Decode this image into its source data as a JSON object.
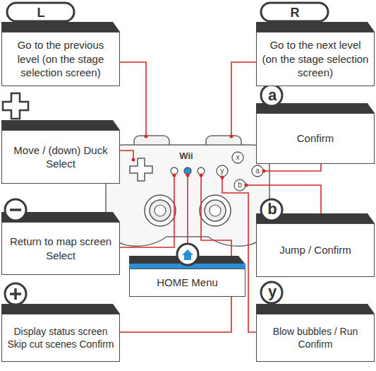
{
  "diagram": {
    "nodes": [
      {
        "text": [
          "L",
          "Go to the previous level (on the stage selection screen)"
        ]
      },
      {
        "text": [
          "R",
          "Go to the next level (on the stage selection screen)"
        ]
      },
      {
        "text": [
          "Move / (down) Duck Select"
        ]
      },
      {
        "text": [
          "a",
          "Confirm"
        ]
      },
      {
        "text": [
          "Return to map screen Select"
        ]
      },
      {
        "text": [
          "b",
          "Jump / Confirm"
        ]
      },
      {
        "text": [
          "HOME Menu"
        ]
      },
      {
        "text": [
          "Display status screen Skip cut scenes Confirm"
        ]
      },
      {
        "text": [
          "y",
          "Blow bubbles / Run Confirm"
        ]
      }
    ],
    "labels": [
      "Wii",
      "x",
      "y",
      "a",
      "b"
    ]
  }
}
